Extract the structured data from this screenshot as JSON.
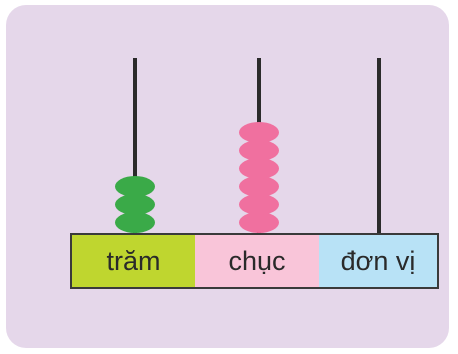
{
  "abacus": {
    "columns": [
      {
        "label": "trăm",
        "beads": 3,
        "bead_color": "#3aaa48",
        "box_color": "#bfd62f"
      },
      {
        "label": "chục",
        "beads": 6,
        "bead_color": "#f0709f",
        "box_color": "#f9c5d9"
      },
      {
        "label": "đơn vị",
        "beads": 0,
        "bead_color": "#000000",
        "box_color": "#b8e2f6"
      }
    ]
  }
}
